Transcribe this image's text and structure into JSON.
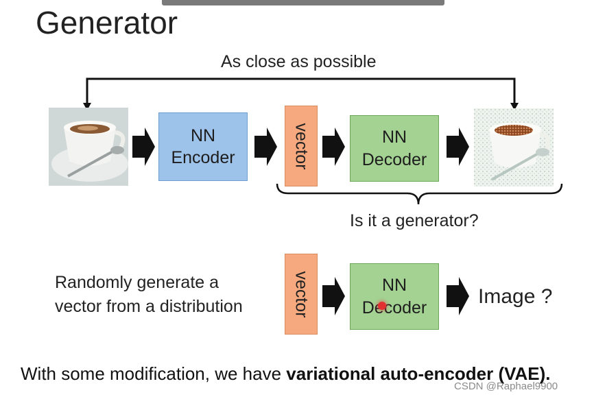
{
  "title": "Generator",
  "top_label": "As close as possible",
  "encoder": {
    "line1": "NN",
    "line2": "Encoder"
  },
  "vector_label": "vector",
  "decoder": {
    "line1": "NN",
    "line2": "Decoder"
  },
  "question": "Is it a generator?",
  "random_text": {
    "line1": "Randomly generate a",
    "line2": "vector from a distribution"
  },
  "image_label": "Image ?",
  "bottom": {
    "prefix": "With some modification, we have ",
    "bold": "variational auto-encoder (VAE)."
  },
  "watermark": "CSDN @Raphael9900",
  "colors": {
    "encoder": "#9ec3ea",
    "decoder": "#a3d292",
    "vector": "#f6a97e"
  },
  "icons": [
    "right-arrow-icon",
    "coffee-cup-image",
    "brace-icon"
  ]
}
